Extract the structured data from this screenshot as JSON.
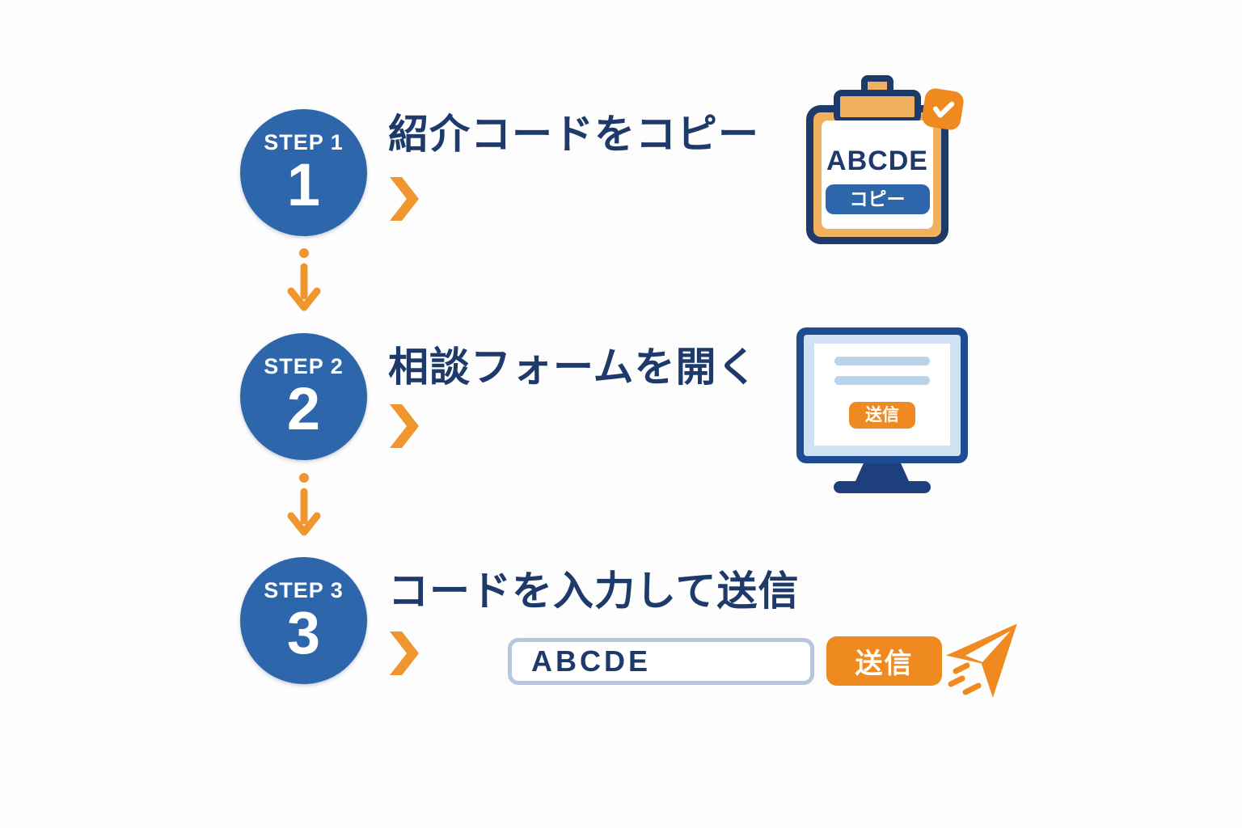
{
  "colors": {
    "navy_text": "#1e3a6b",
    "step_circle_blue": "#2d66aa",
    "accent_orange": "#ee8a1f",
    "arrow_orange": "#f0962f",
    "clipboard_tan": "#f0b05e",
    "monitor_frame_navy": "#1e4c92",
    "screen_light_blue": "#cfe1f2",
    "form_line_blue": "#b9d3ea",
    "input_border": "#b6c6dd"
  },
  "icons": {
    "connector": "down-arrow-icon",
    "bullet": "chevron-right-icon",
    "step1_art": "clipboard-icon",
    "step1_badge": "check-badge-icon",
    "step2_art": "monitor-icon",
    "step3_art": "paper-plane-icon"
  },
  "steps": [
    {
      "badge": "STEP 1",
      "number": "1",
      "title": "紹介コードをコピー",
      "clipboard": {
        "code": "ABCDE",
        "copy_button": "コピー"
      }
    },
    {
      "badge": "STEP 2",
      "number": "2",
      "title": "相談フォームを開く",
      "monitor": {
        "submit_button": "送信"
      }
    },
    {
      "badge": "STEP 3",
      "number": "3",
      "title": "コードを入力して送信",
      "form": {
        "input_value": "ABCDE",
        "submit_button": "送信"
      }
    }
  ]
}
